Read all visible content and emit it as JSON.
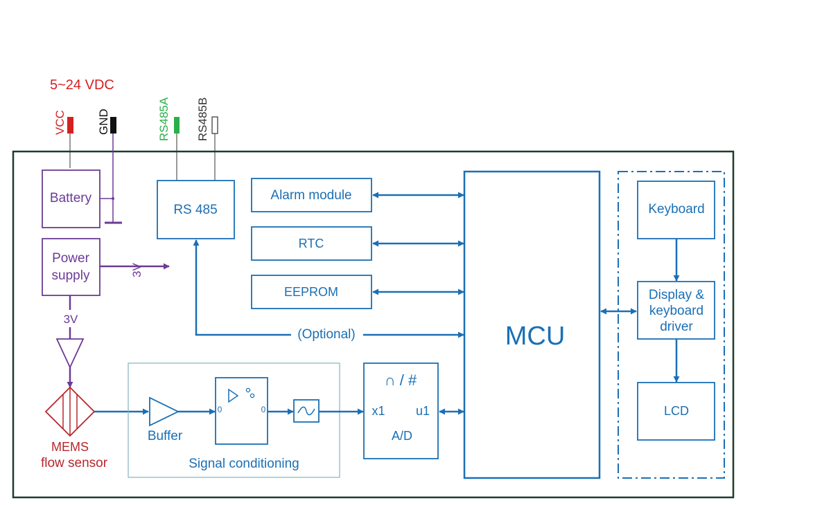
{
  "supply_label": "5~24 VDC",
  "terminals": {
    "vcc": "VCC",
    "gnd": "GND",
    "rs485a": "RS485A",
    "rs485b": "RS485B"
  },
  "blocks": {
    "battery": "Battery",
    "power_supply_line1": "Power",
    "power_supply_line2": "supply",
    "power_out": "3V",
    "sensor_feed": "3V",
    "rs485": "RS 485",
    "alarm": "Alarm module",
    "rtc": "RTC",
    "eeprom": "EEPROM",
    "optional": "(Optional)",
    "mcu": "MCU",
    "keyboard": "Keyboard",
    "display_line1": "Display &",
    "display_line2": "keyboard",
    "display_line3": "driver",
    "lcd": "LCD",
    "sensor_line1": "MEMS",
    "sensor_line2": "flow sensor",
    "buffer": "Buffer",
    "signal_conditioning": "Signal conditioning",
    "adc_symbol": "∩ / #",
    "adc_in": "x1",
    "adc_out": "u1",
    "adc": "A/D",
    "sh_in": "0",
    "sh_out": "0"
  },
  "colors": {
    "blue": "#1a6fb5",
    "purple": "#6b3a96",
    "red": "#d42020",
    "green": "#2ab04a",
    "frame": "#1f3a2a",
    "sensor": "#b8262b",
    "teal_box": "#7fb3bf"
  }
}
